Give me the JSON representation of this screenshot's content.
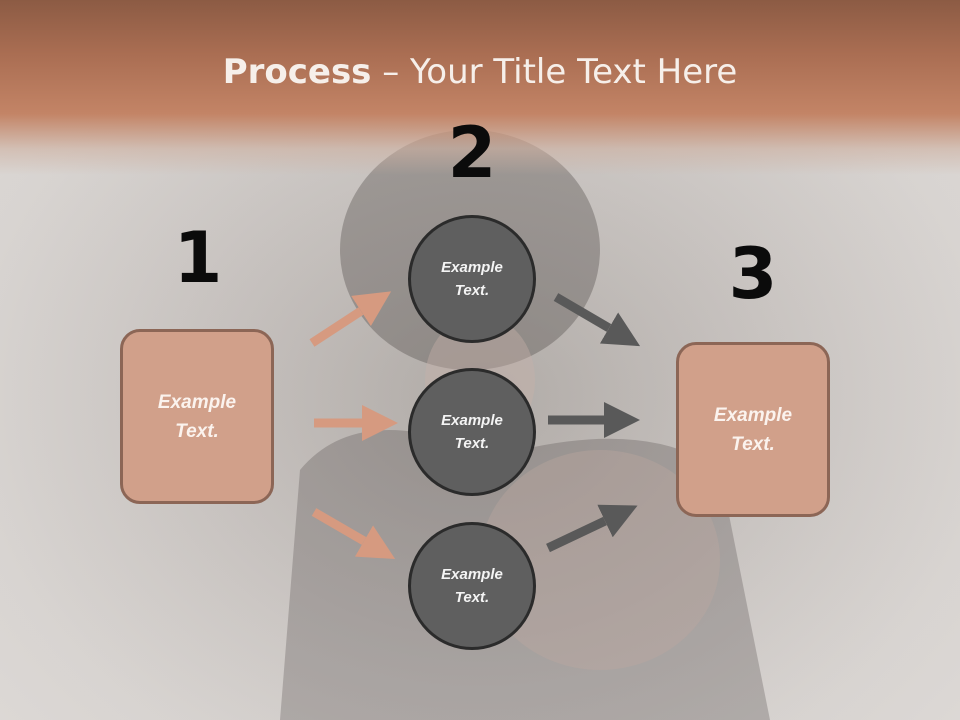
{
  "slide": {
    "title_bold": "Process",
    "title_rest": " – Your Title Text Here",
    "steps": [
      {
        "number": "1",
        "label": "Example\nText."
      },
      {
        "number": "2",
        "label": "Example\nText."
      },
      {
        "number": "3",
        "label": "Example\nText."
      }
    ],
    "circles": [
      {
        "label": "Example\nText."
      },
      {
        "label": "Example\nText."
      },
      {
        "label": "Example\nText."
      }
    ]
  },
  "colors": {
    "header": "#b97a5d",
    "box_fill": "#d1a08a",
    "box_border": "#8c6656",
    "circle_fill": "#5f5f5f",
    "left_arrows": "#d69a80",
    "right_arrows": "#595959"
  }
}
